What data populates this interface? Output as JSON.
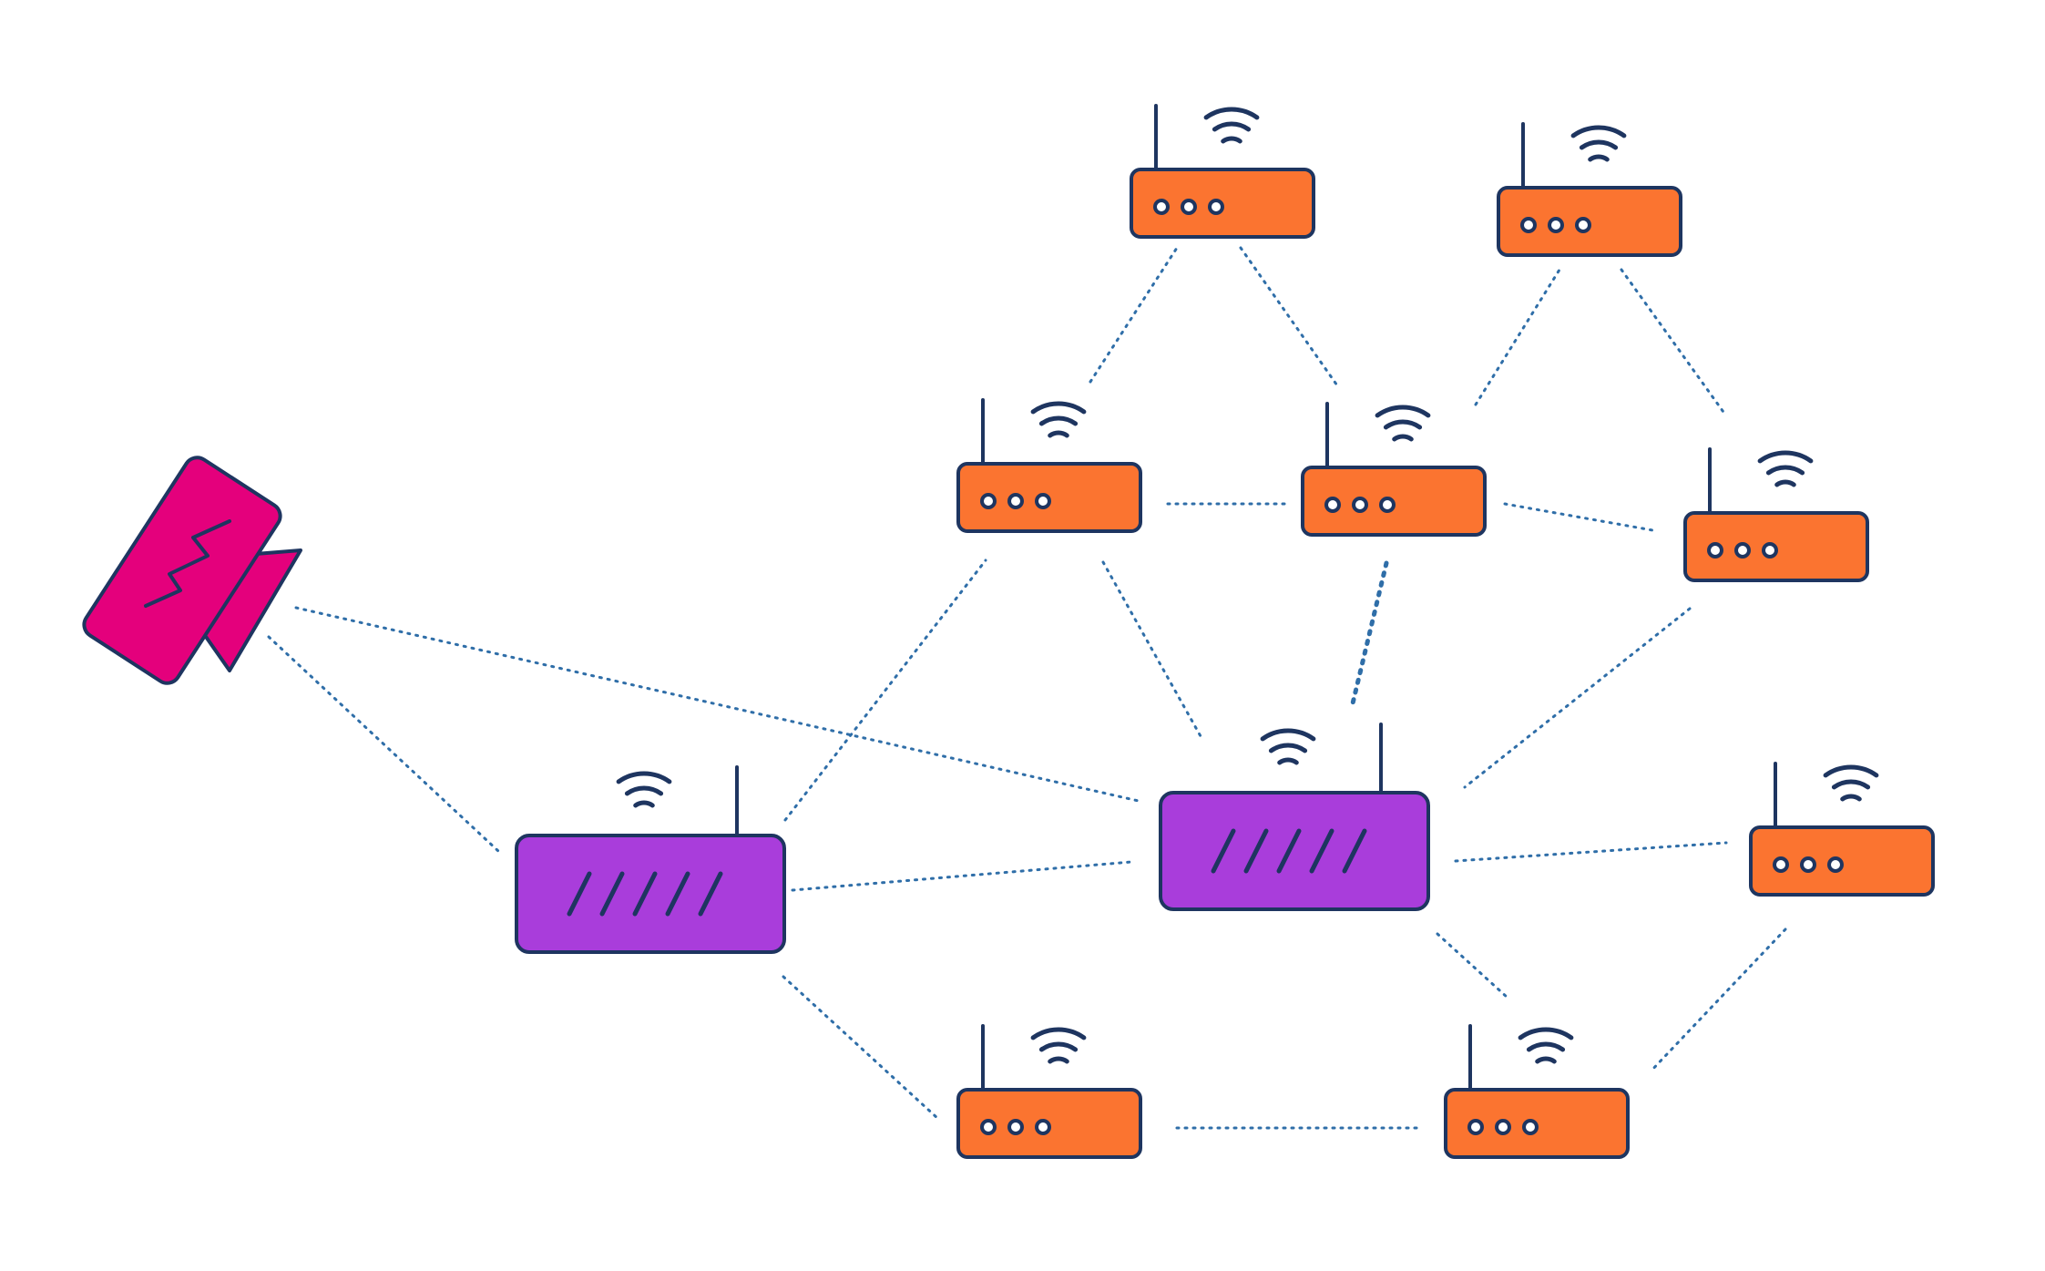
{
  "diagram": {
    "colors": {
      "background": "#ffffff",
      "outline": "#1e3560",
      "link": "#2f6ea8",
      "access_point": "#fb7430",
      "mesh_router": "#a93ddb",
      "gateway": "#e4007c"
    },
    "icons": {
      "gateway": "lightning-device-icon",
      "mesh_router": "mesh-router-icon",
      "access_point": "wifi-router-icon",
      "signal": "wifi-signal-icon"
    },
    "nodes": [
      {
        "id": "gateway",
        "kind": "gateway"
      },
      {
        "id": "hub-left",
        "kind": "mesh_router"
      },
      {
        "id": "hub-center",
        "kind": "mesh_router"
      },
      {
        "id": "ap-top-1",
        "kind": "access_point"
      },
      {
        "id": "ap-top-2",
        "kind": "access_point"
      },
      {
        "id": "ap-mid-1",
        "kind": "access_point"
      },
      {
        "id": "ap-mid-2",
        "kind": "access_point"
      },
      {
        "id": "ap-mid-3",
        "kind": "access_point"
      },
      {
        "id": "ap-right",
        "kind": "access_point"
      },
      {
        "id": "ap-bottom-1",
        "kind": "access_point"
      },
      {
        "id": "ap-bottom-2",
        "kind": "access_point"
      }
    ],
    "links": [
      {
        "from": "gateway",
        "to": "hub-left"
      },
      {
        "from": "gateway",
        "to": "hub-center"
      },
      {
        "from": "hub-left",
        "to": "hub-center"
      },
      {
        "from": "hub-left",
        "to": "ap-mid-1"
      },
      {
        "from": "hub-left",
        "to": "ap-bottom-1"
      },
      {
        "from": "ap-mid-1",
        "to": "hub-center"
      },
      {
        "from": "ap-mid-1",
        "to": "ap-top-1"
      },
      {
        "from": "ap-mid-1",
        "to": "ap-mid-2"
      },
      {
        "from": "ap-top-1",
        "to": "ap-mid-2"
      },
      {
        "from": "ap-mid-2",
        "to": "ap-top-2"
      },
      {
        "from": "ap-top-2",
        "to": "ap-mid-3"
      },
      {
        "from": "ap-mid-2",
        "to": "ap-mid-3"
      },
      {
        "from": "ap-mid-2",
        "to": "hub-center",
        "strong": true
      },
      {
        "from": "ap-mid-3",
        "to": "hub-center"
      },
      {
        "from": "hub-center",
        "to": "ap-right"
      },
      {
        "from": "hub-center",
        "to": "ap-bottom-2"
      },
      {
        "from": "ap-right",
        "to": "ap-bottom-2"
      },
      {
        "from": "ap-bottom-1",
        "to": "ap-bottom-2"
      }
    ]
  }
}
